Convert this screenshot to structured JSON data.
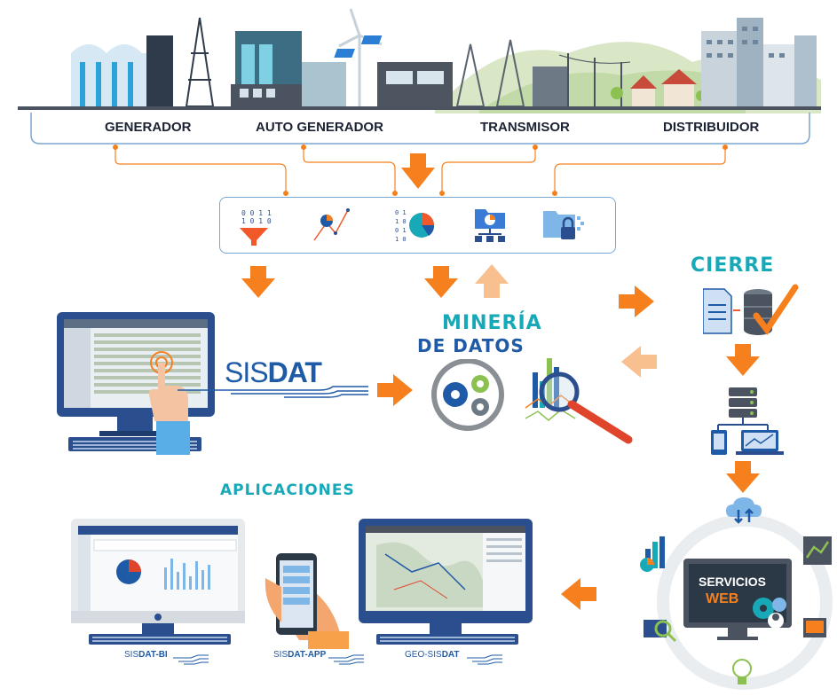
{
  "actors": {
    "generador": "GENERADOR",
    "auto_generador": "AUTO GENERADOR",
    "transmisor": "TRANSMISOR",
    "distribuidor": "DISTRIBUIDOR"
  },
  "toolbar_icons": [
    "filter-funnel-icon",
    "scatter-chart-icon",
    "pie-chart-icon",
    "folder-network-icon",
    "secure-folder-icon"
  ],
  "sisdat": {
    "prefix": "SIS",
    "strong": "DAT"
  },
  "mineria": {
    "line1": "MINERÍA",
    "line2": "DE DATOS"
  },
  "cierre": "CIERRE",
  "servicios": {
    "line1": "SERVICIOS",
    "line2": "WEB"
  },
  "aplicaciones": {
    "title": "APLICACIONES",
    "bi": {
      "prefix": "SIS",
      "strong": "DAT-BI"
    },
    "app": {
      "prefix": "SIS",
      "strong": "DAT-APP"
    },
    "geo": {
      "prefix": "GEO-SIS",
      "strong": "DAT"
    }
  },
  "colors": {
    "orange": "#f7801e",
    "orange_light": "#f9c08f",
    "teal": "#18a9b8",
    "blue": "#1f5aa6",
    "monitor": "#2b4f8e"
  }
}
